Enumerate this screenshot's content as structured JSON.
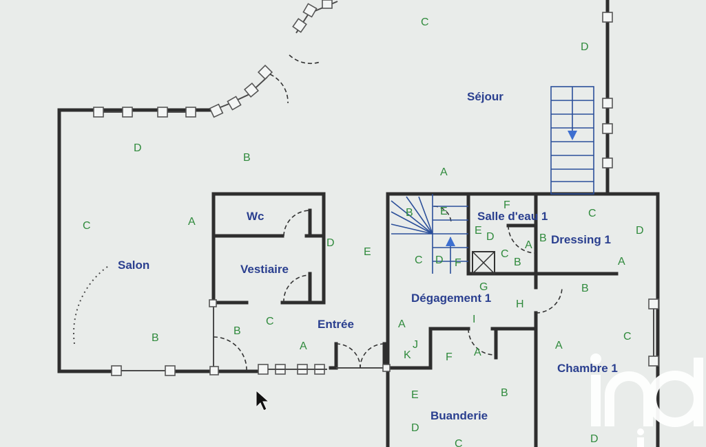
{
  "colors": {
    "background": "#e9ecea",
    "walls": "#2e2e2e",
    "room_labels": "#2a3f8f",
    "point_marks": "#2f8a3c",
    "stairs": "#2b4f9a",
    "watermark": "#ffffff"
  },
  "rooms": {
    "salon": "Salon",
    "sejour": "Séjour",
    "wc": "Wc",
    "vestiaire": "Vestiaire",
    "entree": "Entrée",
    "degagement": "Dégagement 1",
    "salle_eau": "Salle d'eau 1",
    "dressing": "Dressing 1",
    "chambre": "Chambre 1",
    "buanderie": "Buanderie"
  },
  "marks": {
    "sejour_c": "C",
    "sejour_d": "D",
    "sejour_a": "A",
    "salon_d": "D",
    "salon_b": "B",
    "salon_c": "C",
    "salon_a": "A",
    "salon_b2": "B",
    "wc_d": "D",
    "hall_e": "E",
    "entree_b": "B",
    "entree_c": "C",
    "entree_a": "A",
    "deg_c": "C",
    "deg_d": "D",
    "deg_f": "F",
    "deg_g": "G",
    "deg_h": "H",
    "deg_i": "I",
    "deg_a": "A",
    "stair_b": "B",
    "stair_e": "E",
    "sde_f": "F",
    "sde_e": "E",
    "sde_d": "D",
    "sde_a": "A",
    "sde_c": "C",
    "sde_b": "B",
    "sde_b2": "B",
    "dressing_c": "C",
    "dressing_d": "D",
    "dressing_a": "A",
    "dressing_b": "B",
    "chambre_a": "A",
    "chambre_c": "C",
    "chambre_d": "D",
    "bu_j": "J",
    "bu_k": "K",
    "bu_f": "F",
    "bu_a": "A",
    "bu_e": "E",
    "bu_b": "B",
    "bu_d": "D",
    "bu_c": "C"
  },
  "watermark_logo": "iad-logo"
}
